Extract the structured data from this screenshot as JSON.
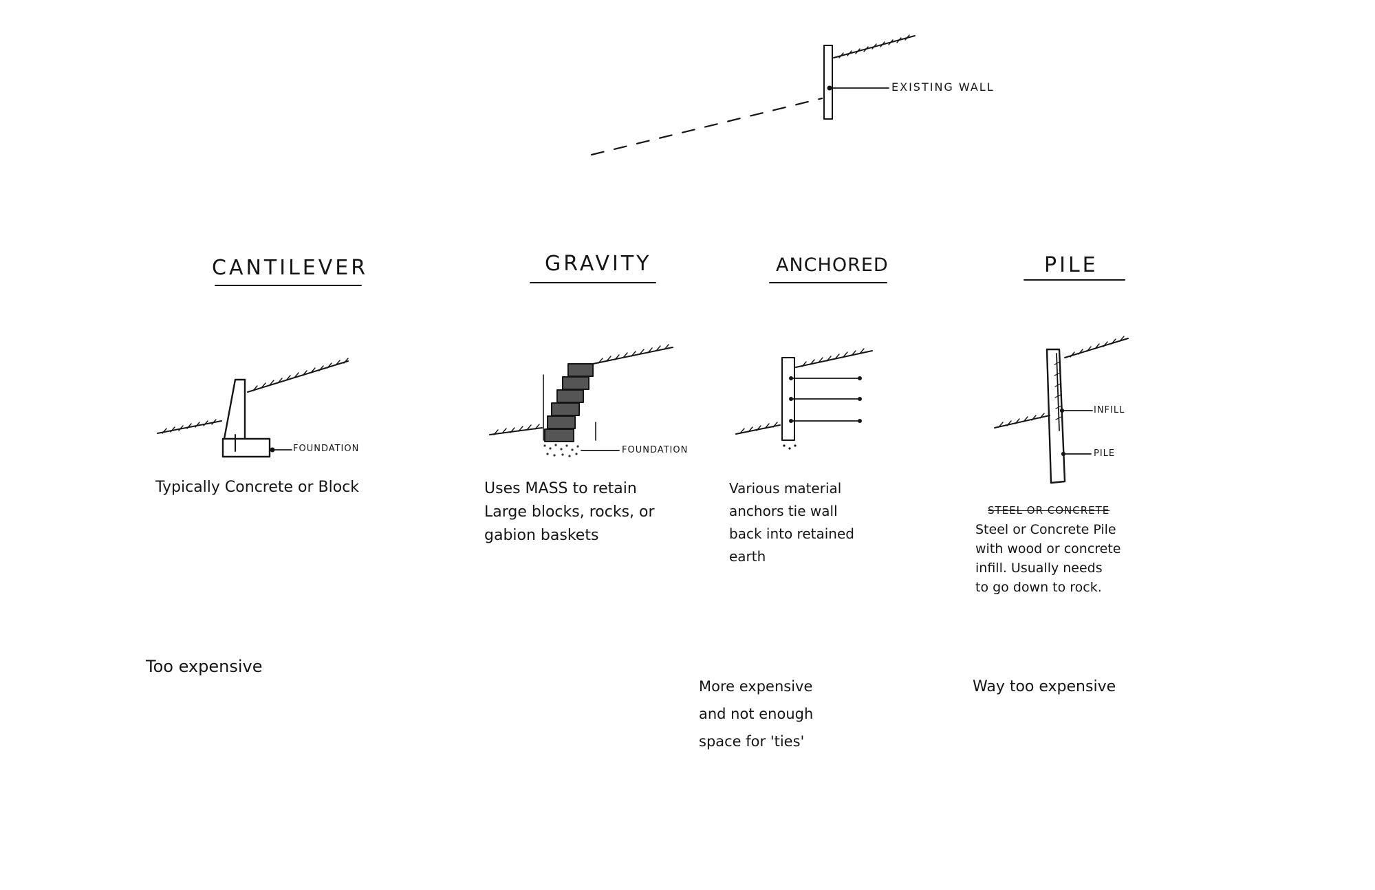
{
  "existing": {
    "label": "EXISTING WALL"
  },
  "columns": [
    {
      "heading": "CANTILEVER",
      "callouts": [
        "FOUNDATION"
      ],
      "description": "Typically Concrete or Block",
      "verdict": "Too expensive"
    },
    {
      "heading": "GRAVITY",
      "callouts": [
        "FOUNDATION"
      ],
      "description": "Uses MASS to retain\nLarge blocks, rocks, or\ngabion baskets",
      "verdict": ""
    },
    {
      "heading": "ANCHORED",
      "callouts": [],
      "description": "Various material\nanchors tie wall\nback into retained\nearth",
      "verdict": "More expensive\nand not enough\nspace for 'ties'"
    },
    {
      "heading": "PILE",
      "callouts": [
        "INFILL",
        "PILE"
      ],
      "struck": "STEEL OR CONCRETE",
      "description": "Steel or Concrete Pile\nwith wood or concrete\ninfill. Usually needs\nto go down to rock.",
      "verdict": "Way too expensive"
    }
  ]
}
